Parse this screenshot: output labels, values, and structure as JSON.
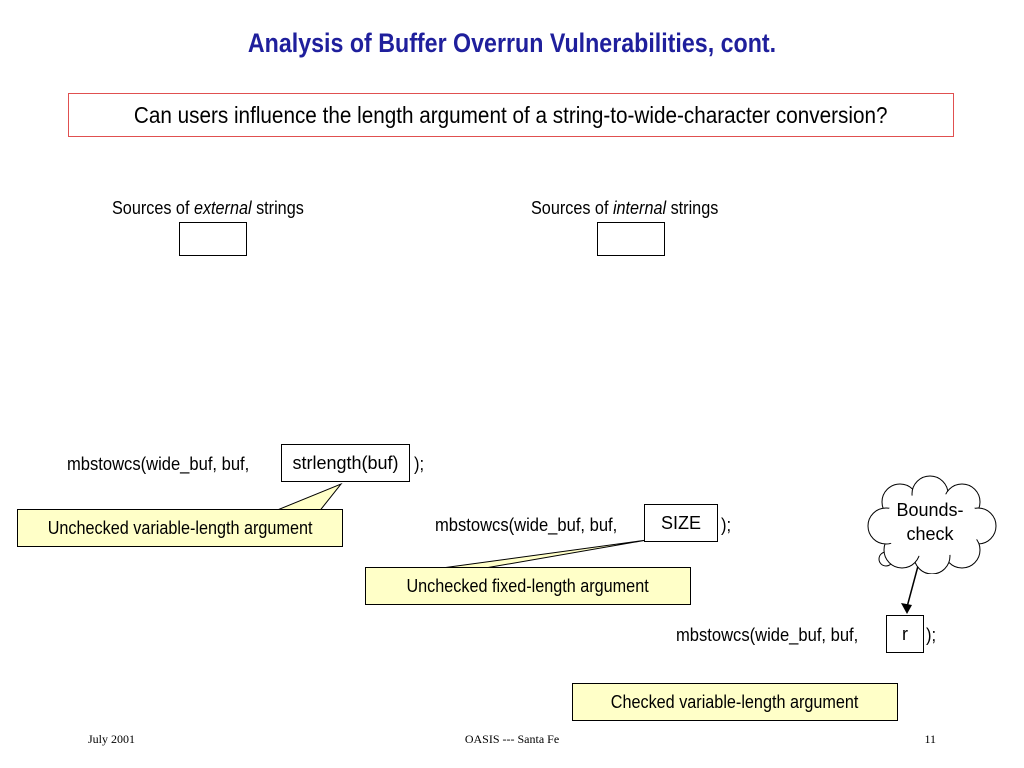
{
  "slide": {
    "title": "Analysis of Buffer Overrun Vulnerabilities, cont.",
    "question": "Can users influence the length argument of a string-to-wide-character conversion?"
  },
  "sources": {
    "external": {
      "prefix": "Sources of ",
      "emph": "external",
      "suffix": " strings"
    },
    "internal": {
      "prefix": "Sources of ",
      "emph": "internal",
      "suffix": " strings"
    }
  },
  "calls": [
    {
      "prefix": "mbstowcs(wide_buf, buf,",
      "arg": "strlength(buf)",
      "suffix": ");",
      "callout": "Unchecked variable-length argument"
    },
    {
      "prefix": "mbstowcs(wide_buf, buf,",
      "arg": "SIZE",
      "suffix": ");",
      "callout": "Unchecked fixed-length argument"
    },
    {
      "prefix": "mbstowcs(wide_buf, buf,",
      "arg": "r",
      "suffix": ");",
      "callout": "Checked variable-length argument"
    }
  ],
  "thought_bubble": {
    "line1": "Bounds-",
    "line2": "check"
  },
  "footer": {
    "left": "July 2001",
    "center": "OASIS --- Santa Fe",
    "right": "11"
  },
  "colors": {
    "title": "#1f1f9c",
    "question_border": "#e05050",
    "callout_fill": "#ffffc8"
  }
}
